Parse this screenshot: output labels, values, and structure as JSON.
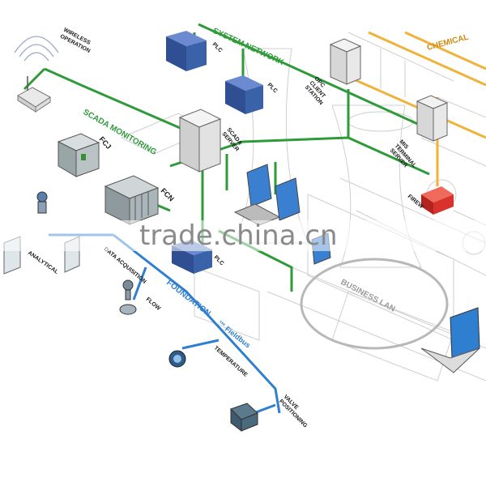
{
  "colors": {
    "system_network": "#2e9a3a",
    "fieldbus": "#2f7fd0",
    "corporate": "#f0b23a",
    "firewall": "#d8322c",
    "device_blue": "#3a62a8",
    "sketch": "#c8c8c8"
  },
  "labels": {
    "wireless_operation": [
      "WIRELESS",
      "OPERATION"
    ],
    "system_network": "SYSTEM NETWORK",
    "chemical": "CHEMICAL",
    "plc_1": "PLC",
    "plc_2": "PLC",
    "plc_3": "PLC",
    "opc_client_station": [
      "OPC",
      "CLIENT",
      "STATION"
    ],
    "scada_monitoring": "SCADA MONITORING",
    "fcj": "FCJ",
    "scada_server": [
      "SCADA",
      "SERVER"
    ],
    "mis_terminal_server": [
      "MIS",
      "TERMINAL",
      "SERVER"
    ],
    "fcn": "FCN",
    "firewall": "FIREW",
    "analytical": "ANALYTICAL",
    "data_acquisition": "DATA ACQUISITION",
    "flow": "FLOW",
    "foundation_fieldbus_1": "FOUNDATION",
    "foundation_fieldbus_2": "™ Fieldbus",
    "temperature": "TEMPERATURE",
    "valve_positioning": [
      "VALVE",
      "POSITIONING"
    ],
    "business_lan": "BUSINESS LAN"
  },
  "watermark": "trade.china.cn"
}
